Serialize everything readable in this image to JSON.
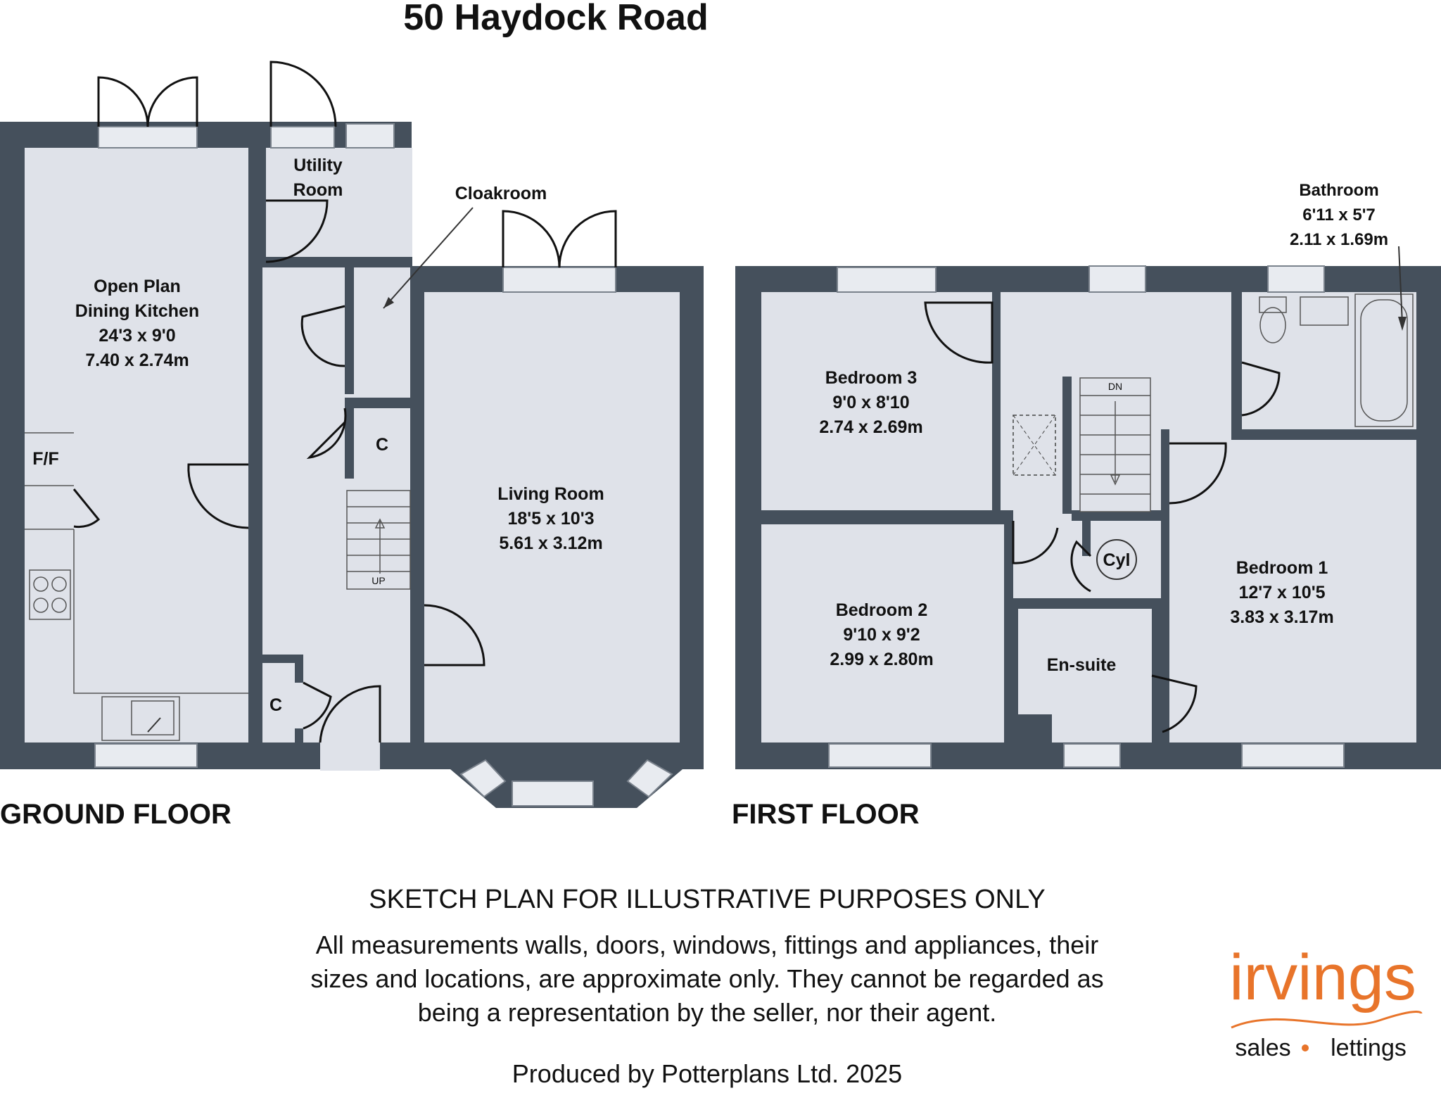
{
  "title": "50 Haydock Road",
  "floors": {
    "ground": {
      "label": "GROUND FLOOR",
      "rooms": {
        "kitchen": {
          "name1": "Open Plan",
          "name2": "Dining Kitchen",
          "imperial": "24'3 x 9'0",
          "metric": "7.40 x 2.74m"
        },
        "utility": {
          "name1": "Utility",
          "name2": "Room"
        },
        "cloakroom": {
          "name": "Cloakroom"
        },
        "cupboard1": {
          "name": "C"
        },
        "cupboard2": {
          "name": "C"
        },
        "fridge": {
          "name": "F/F"
        },
        "living": {
          "name": "Living Room",
          "imperial": "18'5 x 10'3",
          "metric": "5.61 x 3.12m"
        },
        "stairs": {
          "label": "UP"
        }
      }
    },
    "first": {
      "label": "FIRST FLOOR",
      "rooms": {
        "bedroom3": {
          "name": "Bedroom 3",
          "imperial": "9'0 x 8'10",
          "metric": "2.74 x 2.69m"
        },
        "bedroom2": {
          "name": "Bedroom 2",
          "imperial": "9'10 x 9'2",
          "metric": "2.99 x 2.80m"
        },
        "bedroom1": {
          "name": "Bedroom 1",
          "imperial": "12'7 x 10'5",
          "metric": "3.83 x 3.17m"
        },
        "bathroom": {
          "name": "Bathroom",
          "imperial": "6'11 x 5'7",
          "metric": "2.11 x 1.69m"
        },
        "ensuite": {
          "name": "En-suite"
        },
        "cylinder": {
          "name": "Cyl"
        },
        "stairs": {
          "label": "DN"
        }
      }
    }
  },
  "disclaimer": {
    "heading": "SKETCH PLAN FOR ILLUSTRATIVE PURPOSES ONLY",
    "line1": "All measurements walls, doors, windows, fittings and appliances, their",
    "line2": "sizes and locations, are approximate only. They cannot be regarded as",
    "line3": "being a representation by the seller, nor their agent.",
    "produced": "Produced by Potterplans Ltd. 2025"
  },
  "logo": {
    "brand": "irvings",
    "tagline_left": "sales",
    "tagline_right": "lettings",
    "color": "#e8742a"
  }
}
